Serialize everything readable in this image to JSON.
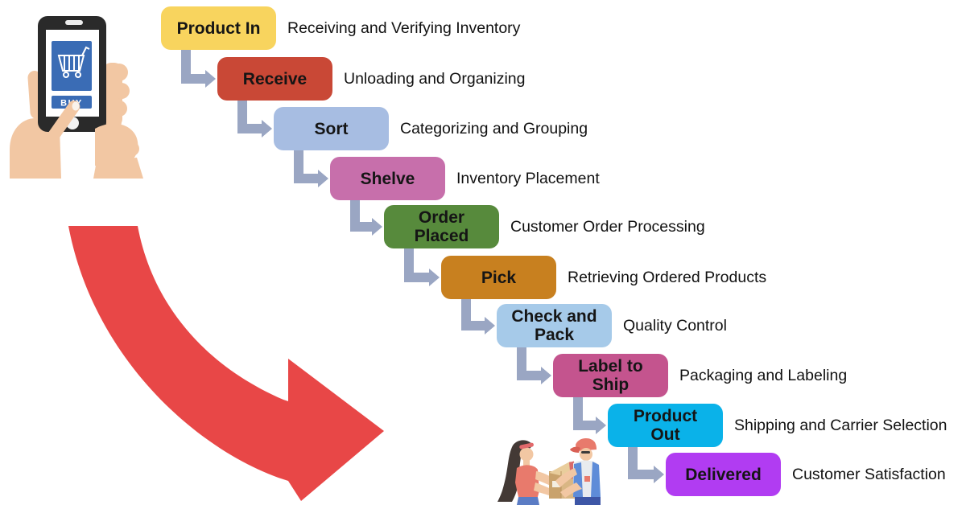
{
  "colors": {
    "background": "#FFFFFF",
    "connector_arrow": "#9AA6C3",
    "flow_arrow": "#E84747",
    "label_text": "#151515",
    "description_text": "#111111"
  },
  "steps": [
    {
      "label_lines": [
        "Product In"
      ],
      "description": "Receiving and Verifying Inventory",
      "color": "#F8D45E"
    },
    {
      "label_lines": [
        "Receive"
      ],
      "description": "Unloading and Organizing",
      "color": "#C94836"
    },
    {
      "label_lines": [
        "Sort"
      ],
      "description": "Categorizing and Grouping",
      "color": "#A7BDE2"
    },
    {
      "label_lines": [
        "Shelve"
      ],
      "description": "Inventory Placement",
      "color": "#C76FAB"
    },
    {
      "label_lines": [
        "Order",
        "Placed"
      ],
      "description": "Customer Order Processing",
      "color": "#578A3C"
    },
    {
      "label_lines": [
        "Pick"
      ],
      "description": "Retrieving Ordered Products",
      "color": "#C8801F"
    },
    {
      "label_lines": [
        "Check and",
        "Pack"
      ],
      "description": "Quality Control",
      "color": "#A6CAE9"
    },
    {
      "label_lines": [
        "Label to",
        "Ship"
      ],
      "description": "Packaging and Labeling",
      "color": "#C4548E"
    },
    {
      "label_lines": [
        "Product",
        "Out"
      ],
      "description": "Shipping and Carrier Selection",
      "color": "#0AB2E9"
    },
    {
      "label_lines": [
        "Delivered"
      ],
      "description": "Customer Satisfaction",
      "color": "#B13CF2"
    }
  ],
  "illustrations": {
    "phone": {
      "buy_button_label": "BUY",
      "icon": "shopping-cart-icon"
    },
    "handoff": {
      "icon": "package-handoff-icon"
    }
  }
}
